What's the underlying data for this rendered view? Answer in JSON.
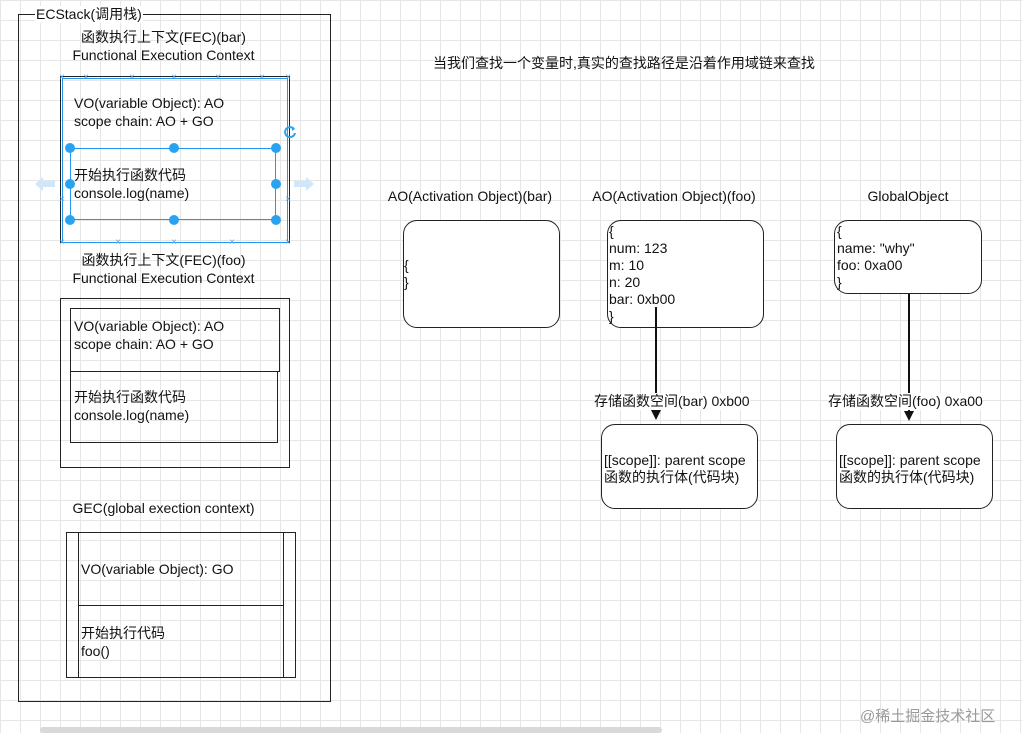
{
  "ecstack": {
    "label": "ECStack(调用栈)"
  },
  "fec_bar": {
    "title_cn": "函数执行上下文(FEC)(bar)",
    "title_en": "Functional Execution Context",
    "vo_line1": "VO(variable Object): AO",
    "vo_line2": "scope chain: AO + GO",
    "code_line1": "开始执行函数代码",
    "code_line2": "console.log(name)"
  },
  "fec_foo": {
    "title_cn": "函数执行上下文(FEC)(foo)",
    "title_en": "Functional Execution Context",
    "vo_line1": "VO(variable Object): AO",
    "vo_line2": "scope chain: AO + GO",
    "code_line1": "开始执行函数代码",
    "code_line2": "console.log(name)"
  },
  "gec": {
    "title": "GEC(global exection context)",
    "vo": "VO(variable Object): GO",
    "code_line1": "开始执行代码",
    "code_line2": "foo()"
  },
  "note": "当我们查找一个变量时,真实的查找路径是沿着作用域链来查找",
  "ao_bar": {
    "title": "AO(Activation Object)(bar)",
    "body": "{\n}"
  },
  "ao_foo": {
    "title": "AO(Activation Object)(foo)",
    "body": "{\nnum: 123\nm: 10\nn: 20\nbar: 0xb00\n}"
  },
  "global_object": {
    "title": "GlobalObject",
    "body": "{\nname: \"why\"\nfoo: 0xa00\n}"
  },
  "bar_func_space": {
    "title": "存储函数空间(bar) 0xb00",
    "body": "[[scope]]: parent scope\n函数的执行体(代码块)"
  },
  "foo_func_space": {
    "title": "存储函数空间(foo) 0xa00",
    "body": "[[scope]]: parent scope\n函数的执行体(代码块)"
  },
  "watermark": "@稀土掘金技术社区",
  "colors": {
    "selection": "#2196f3",
    "grid": "#e6e6e6"
  },
  "icons": [
    "arrow-left-icon",
    "arrow-right-icon",
    "rotate-handle-icon"
  ]
}
